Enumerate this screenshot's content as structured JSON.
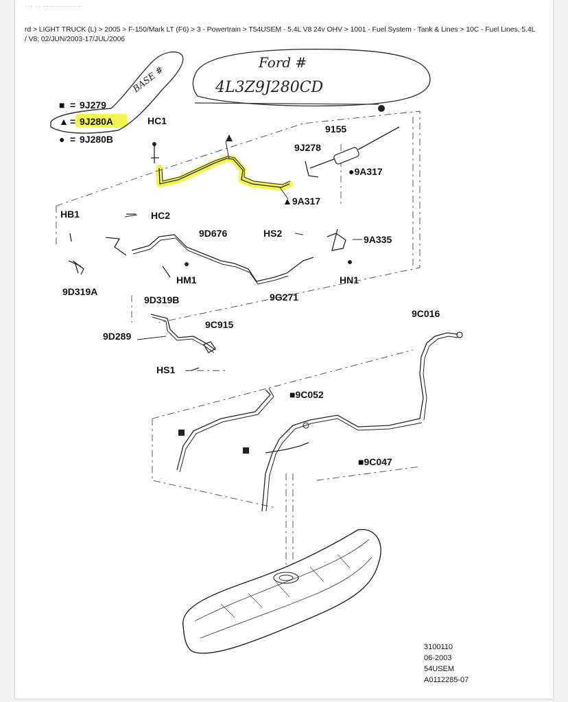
{
  "header": {
    "top_fragment": "··· ·· ·· ···········",
    "breadcrumb_line1": "rd > LIGHT TRUCK (L) > 2005 > F-150/Mark LT (F6) > 3 - Powertrain > T54USEM - 5.4L V8 24v OHV > 1001 - Fuel System - Tank & Lines > 10C - Fuel Lines, 5.4L",
    "breadcrumb_line2": "/ V8; 02/JUN/2003-17/JUL/2006"
  },
  "annotations": {
    "ford_label": "Ford #",
    "ford_part": "4L3Z9J280CD",
    "base_label": "BASE #",
    "highlight_color": "#f4f53a"
  },
  "legend": [
    {
      "symbol": "■",
      "code": "9J279"
    },
    {
      "symbol": "▲",
      "code": "9J280A"
    },
    {
      "symbol": "●",
      "code": "9J280B"
    }
  ],
  "legend_eq": "=",
  "parts": {
    "hc1": "HC1",
    "p9155": "9155",
    "p9j278": "9J278",
    "p9a317_dot": "●9A317",
    "p9a317_tri": "▲9A317",
    "hb1": "HB1",
    "hc2": "HC2",
    "p9d676": "9D676",
    "hs2": "HS2",
    "p9a335": "9A335",
    "hm1": "HM1",
    "hn1": "HN1",
    "p9d319a": "9D319A",
    "p9d319b": "9D319B",
    "p9g271": "9G271",
    "p9c016": "9C016",
    "p9c915": "9C915",
    "p9d289": "9D289",
    "hs1": "HS1",
    "p9c052": "■9C052",
    "p9c047": "■9C047"
  },
  "footer": {
    "line1": "3100110",
    "line2": "06-2003",
    "line3": "54USEM",
    "line4": "A0112285-07"
  }
}
